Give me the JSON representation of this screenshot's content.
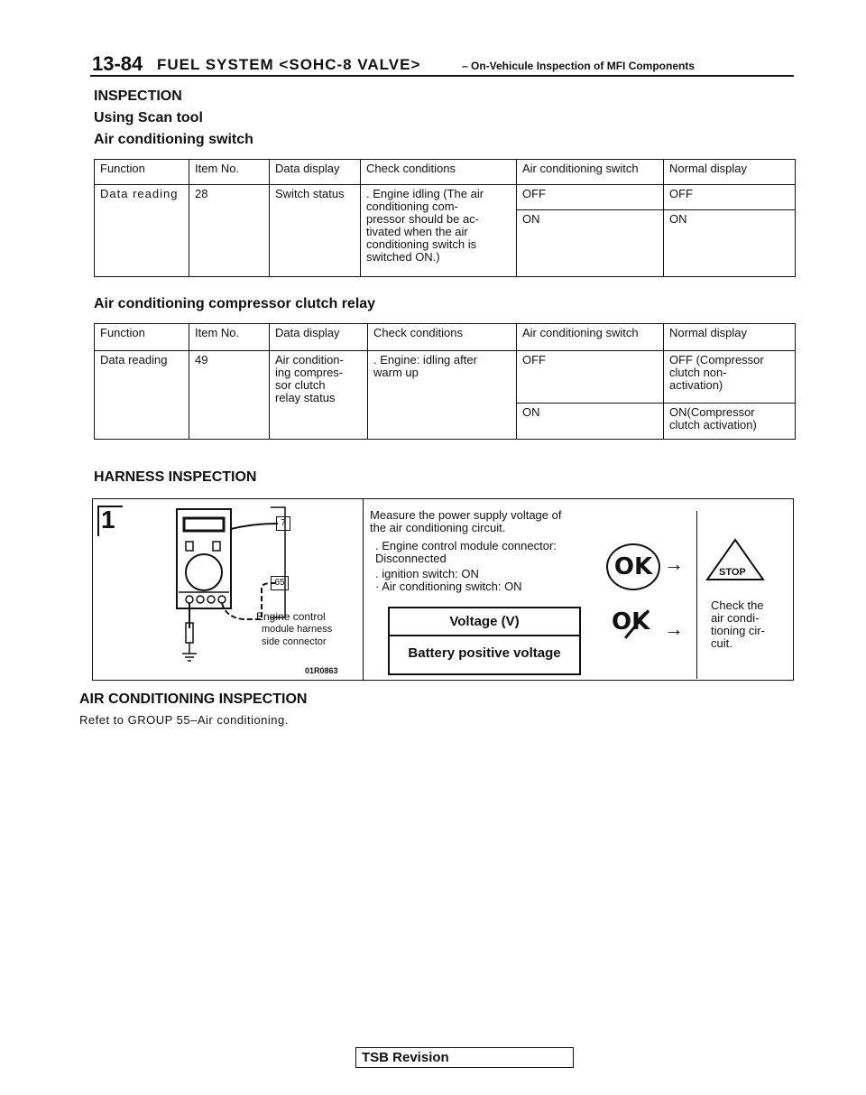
{
  "header": {
    "page_number": "13-84",
    "system": "FUEL SYSTEM <SOHC-8 VALVE>",
    "subtitle": "– On-Vehicule Inspection of MFI Components"
  },
  "section": {
    "inspection": "INSPECTION",
    "scan_tool": "Using Scan tool",
    "ac_switch": "Air conditioning switch"
  },
  "table1": {
    "headers": [
      "Function",
      "Item No.",
      "Data display",
      "Check conditions",
      "Air conditioning switch",
      "Normal display"
    ],
    "function": "Data reading",
    "item_no": "28",
    "data_display": "Switch status",
    "check_conditions": ". Engine idling (The air\n   conditioning com-\n   pressor should be ac-\n   tivated when the air\n   conditioning switch is\n   switched ON.)",
    "rows": [
      {
        "switch": "OFF",
        "normal": "OFF"
      },
      {
        "switch": "ON",
        "normal": "ON"
      }
    ]
  },
  "section2": {
    "title": "Air conditioning compressor clutch relay"
  },
  "table2": {
    "headers": [
      "Function",
      "Item No.",
      "Data display",
      "Check conditions",
      "Air conditioning switch",
      "Normal display"
    ],
    "function": "Data reading",
    "item_no": "49",
    "data_display": "Air condition-\ning compres-\nsor clutch\nrelay status",
    "check_conditions": ". Engine: idling after\n                warm up",
    "rows": [
      {
        "switch": "OFF",
        "normal": "OFF (Compressor\nclutch non-\nactivation)"
      },
      {
        "switch": "ON",
        "normal": "ON(Compressor\nclutch activation)"
      }
    ]
  },
  "harness": {
    "title": "HARNESS INSPECTION",
    "step_number": "1",
    "pin_7": "7",
    "pin_65": "65",
    "connector_label_1": "Engine control",
    "connector_label_2": "module harness",
    "connector_label_3": "side connector",
    "figure_code": "01R0863",
    "measure_text": "Measure the power supply voltage of\nthe air conditioning circuit.",
    "cond_1": ". Engine control module connector:\n   Disconnected",
    "cond_2": ". ignition switch: ON",
    "cond_3": "· Air conditioning switch: ON",
    "voltage_header": "Voltage (V)",
    "voltage_value": "Battery positive voltage",
    "ok_label": "OK",
    "stop_label": "STOP",
    "ng_action": "Check the\nair condi-\ntioning cir-\ncuit."
  },
  "ac_inspection": {
    "title": "AIR CONDITIONING INSPECTION",
    "text": "Refet to GROUP 55–Air conditioning."
  },
  "footer": {
    "tsb": "TSB Revision"
  }
}
